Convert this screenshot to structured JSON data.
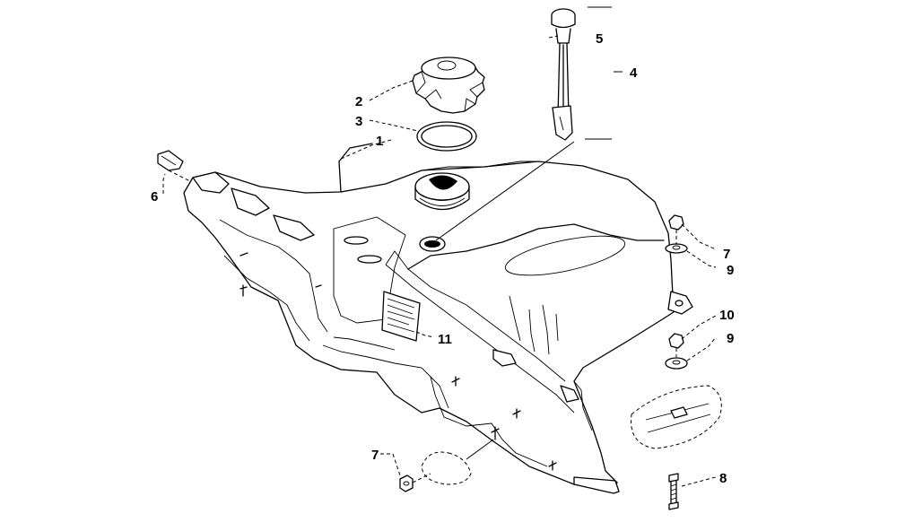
{
  "diagram": {
    "callouts": [
      "1",
      "2",
      "3",
      "4",
      "5",
      "6",
      "7",
      "9",
      "7",
      "8",
      "9",
      "10",
      "11"
    ]
  }
}
